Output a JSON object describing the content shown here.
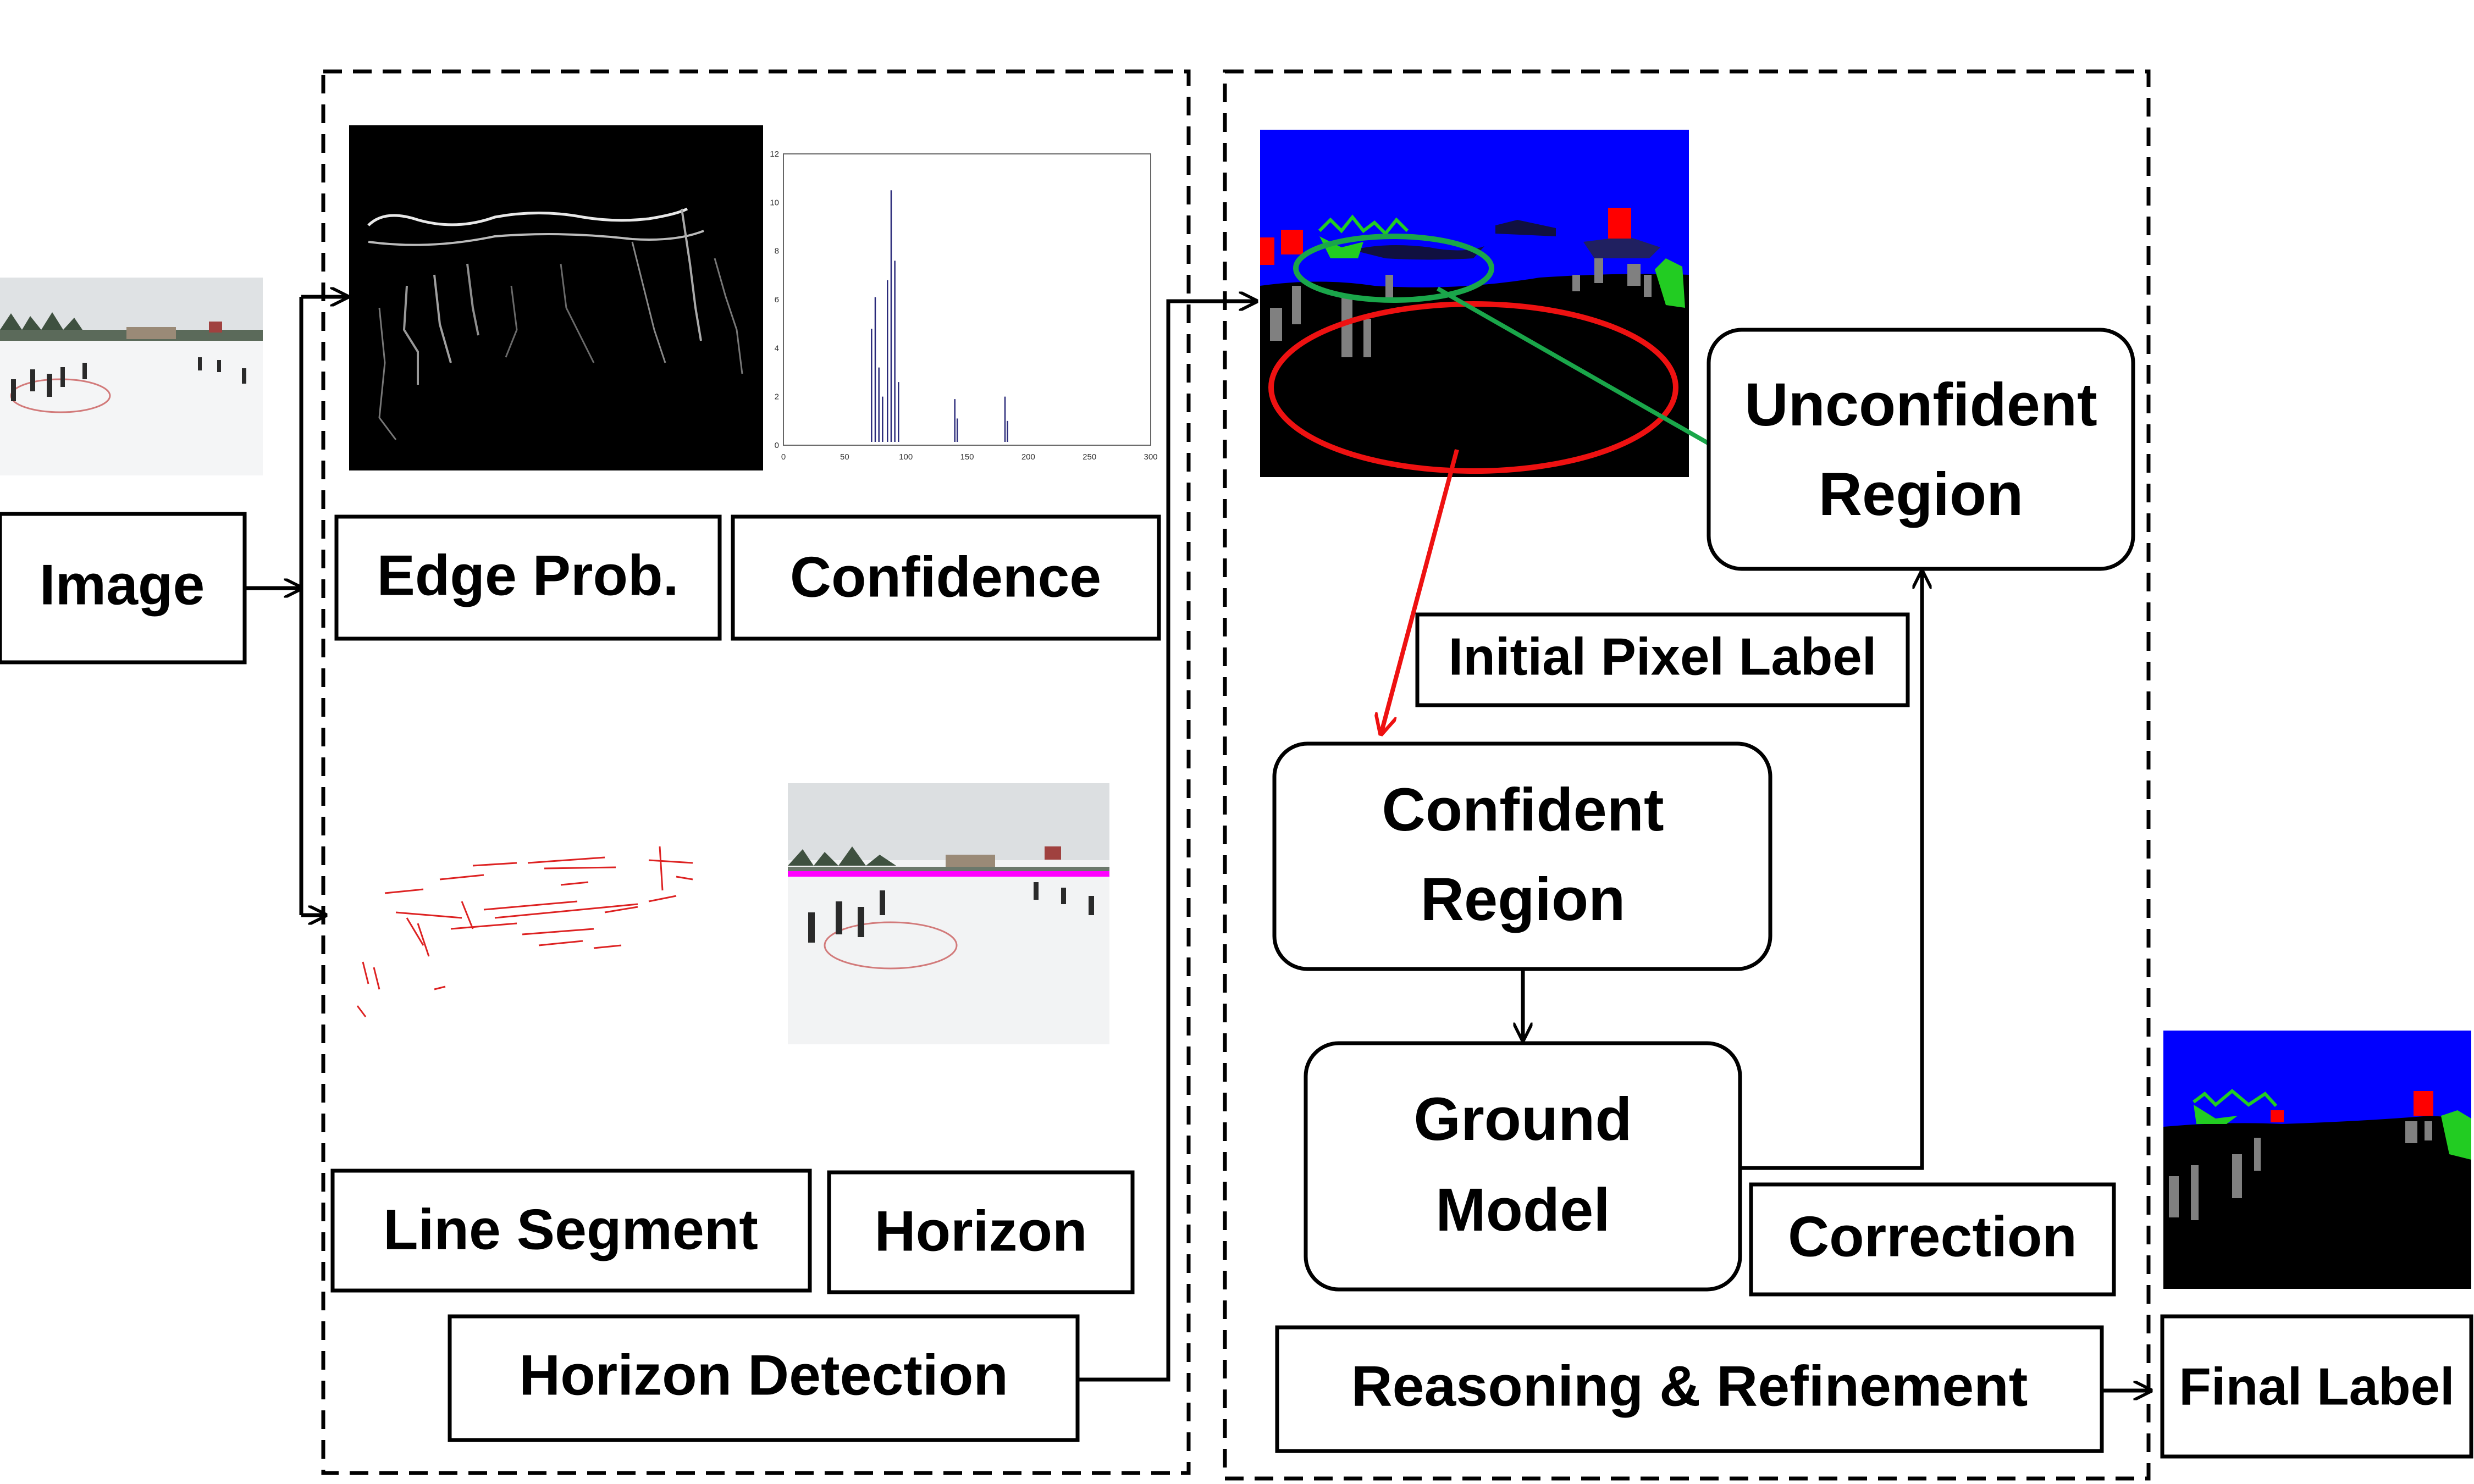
{
  "labels": {
    "image": "Image",
    "edge_prob": "Edge Prob.",
    "confidence": "Confidence",
    "line_segment": "Line Segment",
    "horizon": "Horizon",
    "horizon_detection": "Horizon Detection",
    "initial_pixel_label": "Initial Pixel Label",
    "unconfident_region": [
      "Unconfident",
      "Region"
    ],
    "confident_region": [
      "Confident",
      "Region"
    ],
    "ground_model": [
      "Ground",
      "Model"
    ],
    "correction": "Correction",
    "reasoning_refinement": "Reasoning & Refinement",
    "final_label": "Final Label"
  },
  "confidence_plot": {
    "xticks": [
      "0",
      "50",
      "100",
      "150",
      "200",
      "250",
      "300"
    ],
    "yticks": [
      "0",
      "2",
      "4",
      "6",
      "8",
      "10",
      "12"
    ]
  },
  "colors": {
    "sky": "#0000ff",
    "ground": "#000000",
    "vertical": "#808080",
    "tree": "#22cc22",
    "object": "#ff0000",
    "horizon_line": "#ff00ff",
    "confident_arrow": "#ee1111",
    "unconfident_arrow": "#1aa64a"
  }
}
